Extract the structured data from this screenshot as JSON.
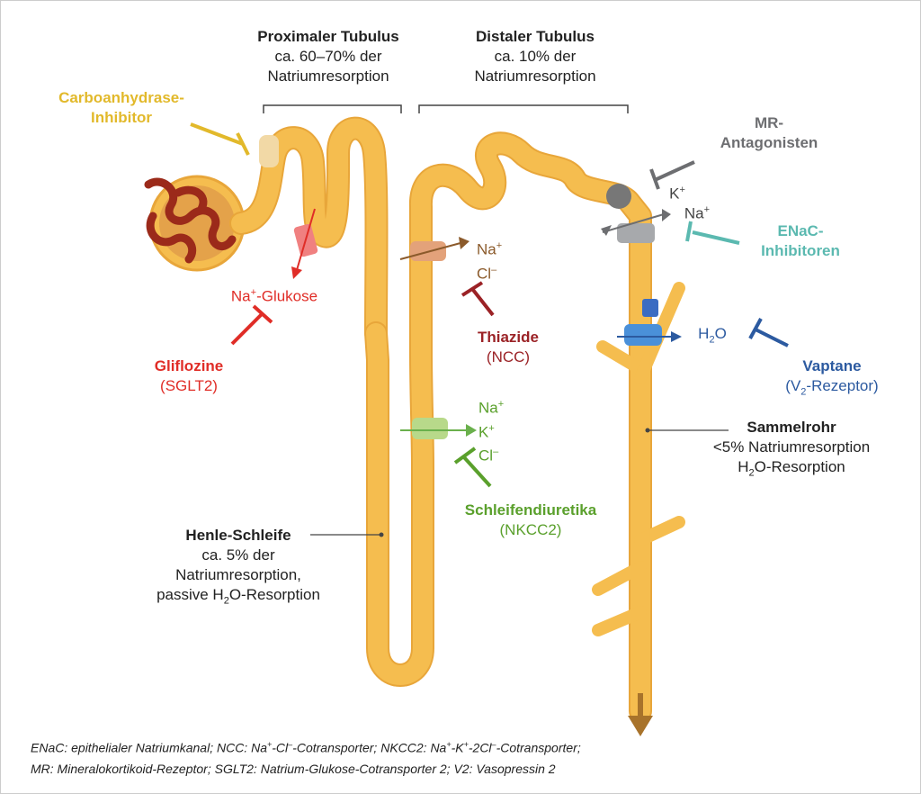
{
  "proximal": {
    "title": "Proximaler Tubulus",
    "l1": "ca. 60–70% der",
    "l2": "Natriumresorption"
  },
  "distal": {
    "title": "Distaler Tubulus",
    "l1": "ca. 10% der",
    "l2": "Natriumresorption"
  },
  "carbo": {
    "l1": "Carboanhydrase-",
    "l2": "Inhibitor",
    "color": "#e2b92b"
  },
  "mr": {
    "l1": "MR-",
    "l2": "Antagonisten",
    "color": "#6d6e71"
  },
  "enac": {
    "l1": "ENaC-",
    "l2": "Inhibitoren",
    "color": "#5bb9b0"
  },
  "k": "K",
  "k_sup": "+",
  "na_enac": "Na",
  "na_enac_sup": "+",
  "sglt": {
    "na": "Na",
    "sup": "+",
    "rest": "-Glukose"
  },
  "gliflo": {
    "title": "Gliflozine",
    "sub": "(SGLT2)",
    "color": "#e02d27"
  },
  "thiazide_ions": {
    "na": "Na",
    "na_sup": "+",
    "cl": "Cl",
    "cl_sup": "–"
  },
  "thiazide": {
    "title": "Thiazide",
    "sub": "(NCC)",
    "color": "#9b2226"
  },
  "h2o": {
    "h": "H",
    "sub": "2",
    "o": "O"
  },
  "vaptane": {
    "title": "Vaptane",
    "sub_a": "(V",
    "sub_b": "2",
    "sub_c": "-Rezeptor)",
    "color": "#2c5aa0"
  },
  "sammel": {
    "title": "Sammelrohr",
    "l1": "<5% Natriumresorption",
    "l2a": "H",
    "l2b": "2",
    "l2c": "O-Resorption"
  },
  "nkcc_ions": {
    "na": "Na",
    "na_sup": "+",
    "k": "K",
    "k_sup": "+",
    "cl": "Cl",
    "cl_sup": "–"
  },
  "schleife": {
    "title": "Schleifendiuretika",
    "sub": "(NKCC2)",
    "color": "#5aa02c"
  },
  "henle": {
    "title": "Henle-Schleife",
    "l1": "ca. 5% der",
    "l2": "Natriumresorption,",
    "l3a": "passive H",
    "l3b": "2",
    "l3c": "O-Resorption"
  },
  "footnote": {
    "l1_a": "ENaC: epithelialer Natriumkanal; NCC: Na",
    "l1_b": "+",
    "l1_c": "-Cl",
    "l1_d": "–",
    "l1_e": "-Cotransporter; NKCC2: Na",
    "l1_f": "+",
    "l1_g": "-K",
    "l1_h": "+",
    "l1_i": "-2Cl",
    "l1_j": "–",
    "l1_k": "-Cotransporter;",
    "l2": "MR: Mineralokortikoid-Rezeptor; SGLT2: Natrium-Glukose-Cotransporter 2; V2: Vasopressin 2"
  },
  "colors": {
    "tubule": "#f5bd4f",
    "tubule_edge": "#e8a63a",
    "glom": "#9b2a1a",
    "urine": "#a8732b"
  }
}
